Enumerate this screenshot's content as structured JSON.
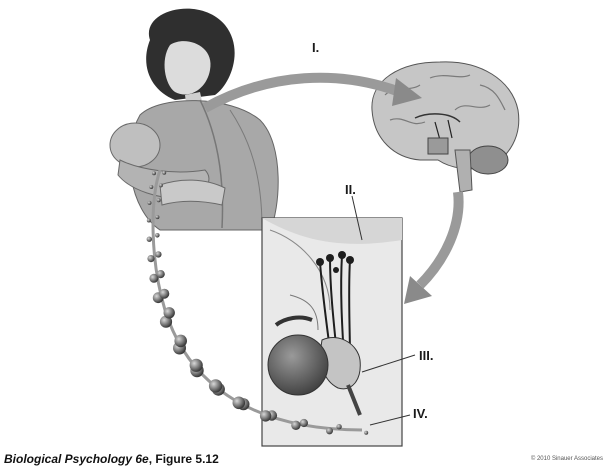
{
  "labels": {
    "I": "I.",
    "II": "II.",
    "III": "III.",
    "IV": "IV."
  },
  "caption": {
    "title": "Biological Psychology 6e",
    "figure": ", Figure 5.12"
  },
  "credit": "© 2010 Sinauer Associates",
  "colors": {
    "arrow": "#8c8c8c",
    "droplet": "#6a6a6a",
    "line": "#333333"
  }
}
